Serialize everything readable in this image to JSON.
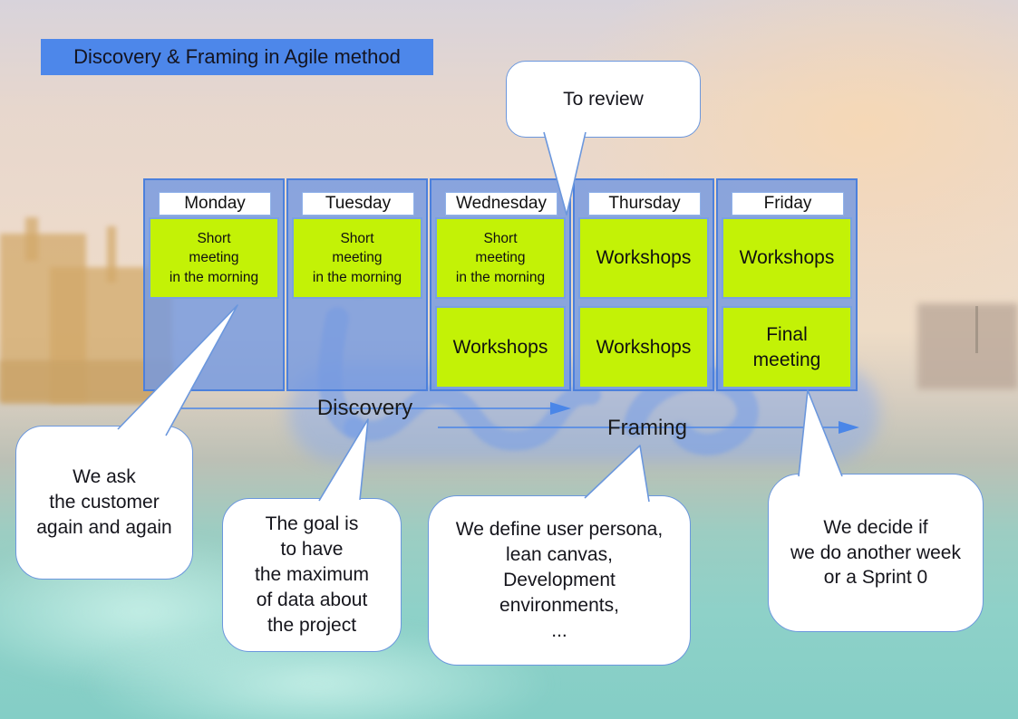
{
  "title": {
    "label": "Discovery & Framing in Agile method"
  },
  "colors": {
    "accent_blue": "#4d87ea",
    "table_blue": "#4c80dc",
    "cell_green": "#c3f206",
    "arrow_blue": "#4a86e8",
    "bubble_border": "#6b97dd"
  },
  "week": {
    "days": [
      {
        "name": "Monday",
        "cells": [
          "Short\nmeeting\nin the morning"
        ]
      },
      {
        "name": "Tuesday",
        "cells": [
          "Short\nmeeting\nin the morning"
        ]
      },
      {
        "name": "Wednesday",
        "cells": [
          "Short\nmeeting\nin the morning",
          "Workshops"
        ]
      },
      {
        "name": "Thursday",
        "cells": [
          "Workshops",
          "Workshops"
        ]
      },
      {
        "name": "Friday",
        "cells": [
          "Workshops",
          "Final\nmeeting"
        ]
      }
    ]
  },
  "phases": {
    "discovery": "Discovery",
    "framing": "Framing"
  },
  "callouts": {
    "to_review": "To review",
    "ask_customer": "We ask\nthe customer\nagain and again",
    "goal": "The goal is\nto have\nthe maximum\nof data about\nthe project",
    "define": "We define user persona,\nlean canvas,\nDevelopment\nenvironments,\n...",
    "decide": "We decide if\nwe do another week\nor a Sprint 0"
  }
}
